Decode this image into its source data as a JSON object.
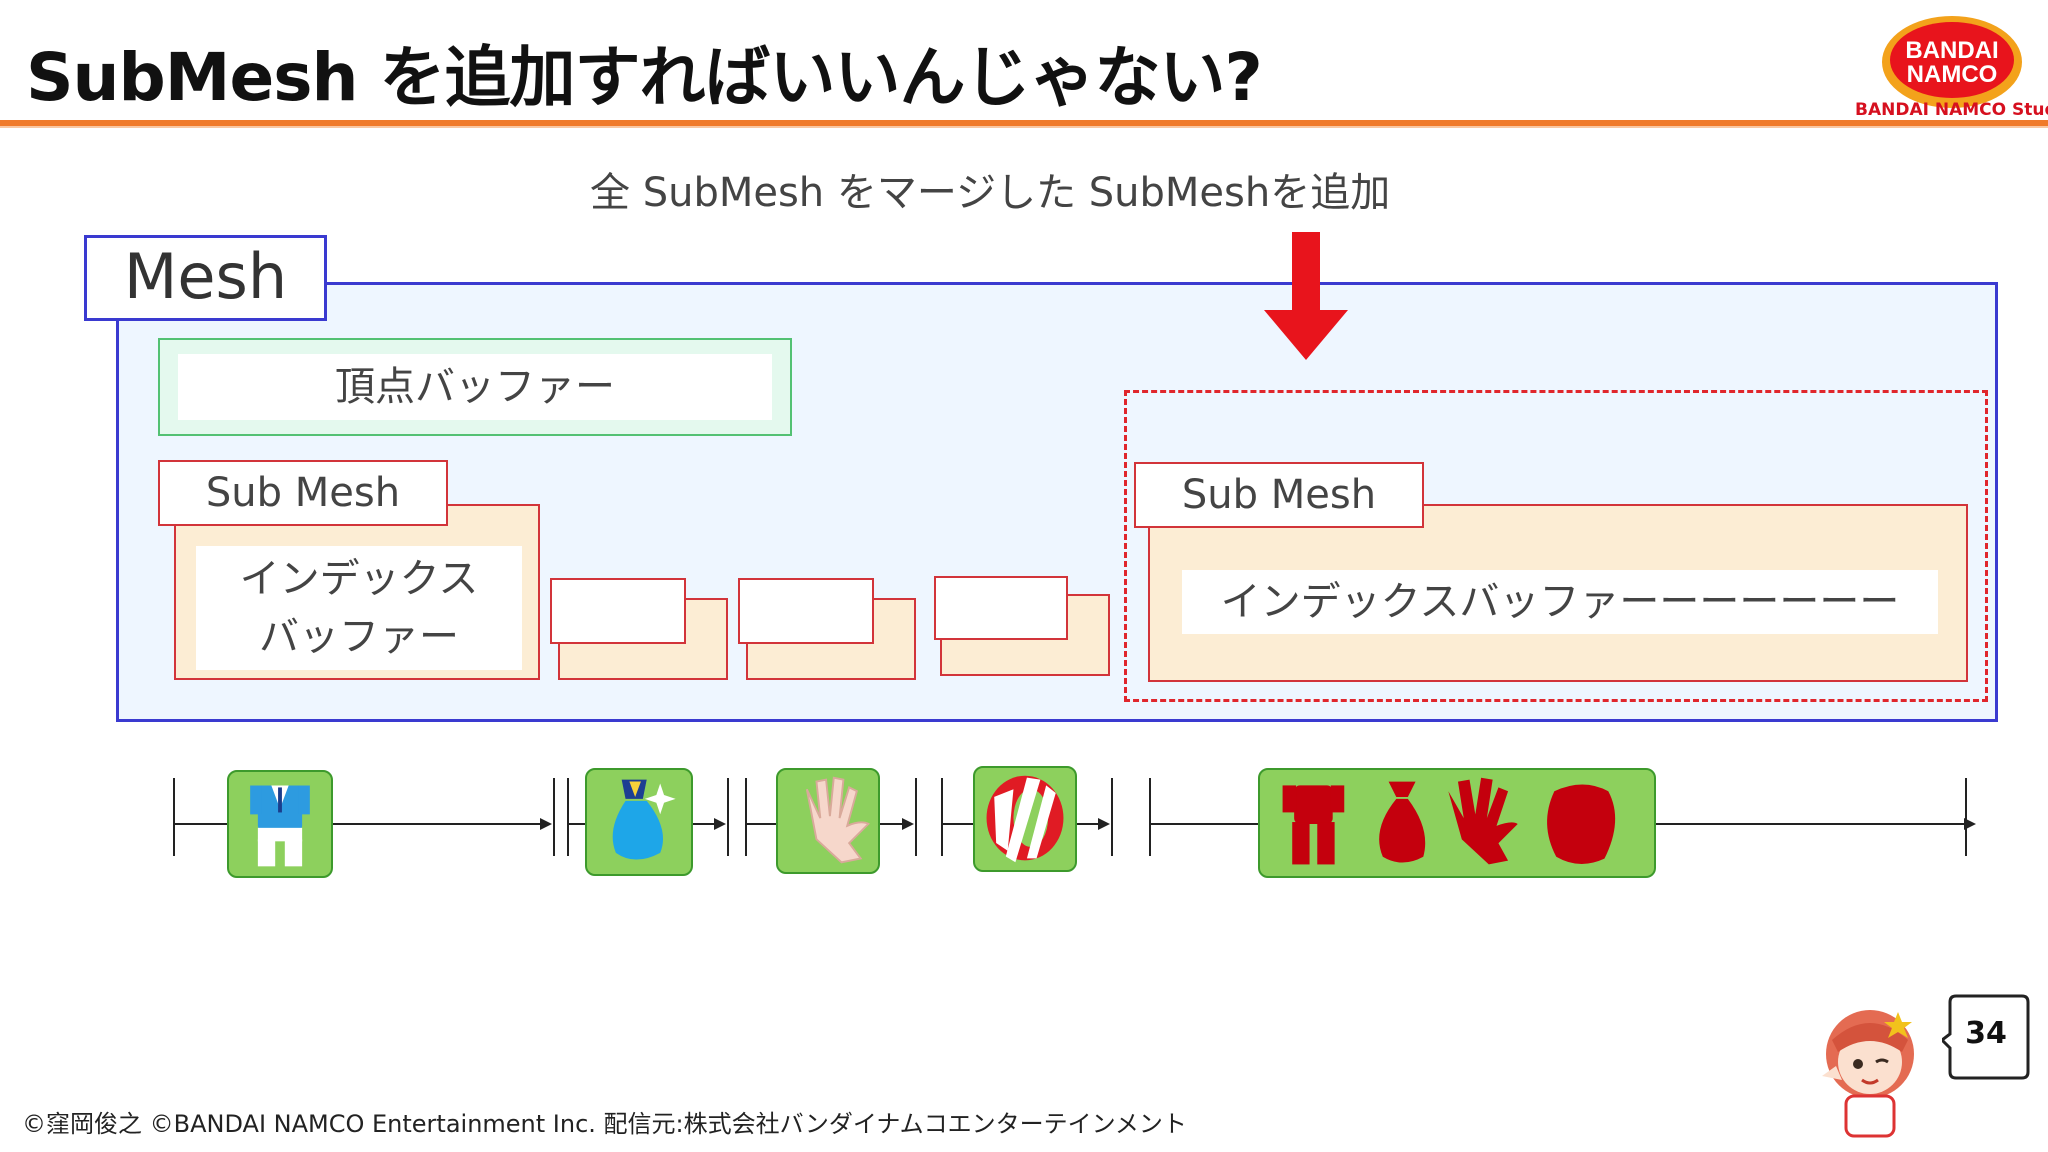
{
  "slide": {
    "title": "SubMesh を追加すればいいんじゃない?",
    "subtitle": "全 SubMesh をマージした SubMeshを追加",
    "page_number": "34",
    "footer": "©窪岡俊之 ©BANDAI NAMCO Entertainment Inc. 配信元:株式会社バンダイナムコエンターテインメント"
  },
  "logo": {
    "line1": "BANDAI",
    "line2": "NAMCO",
    "studios": "BANDAI NAMCO Studios"
  },
  "diagram": {
    "mesh_label": "Mesh",
    "vertex_buffer_label": "頂点バッファー",
    "submesh_label": "Sub Mesh",
    "index_buffer_line1": "インデックス",
    "index_buffer_line2": "バッファー",
    "merged_submesh_label": "Sub Mesh",
    "merged_index_buffer_label": "インデックスバッファーーーーーーー"
  },
  "colors": {
    "title_rule": "#f07a2a",
    "mesh_border": "#3a3ad0",
    "mesh_fill": "#eef6ff",
    "vertex_border": "#53c173",
    "submesh_border": "#d2343a",
    "index_fill": "#fcedd4",
    "arrow_red": "#e8141c",
    "tile_green": "#8dd05d",
    "merged_item_red": "#c4000d"
  },
  "icons": [
    "outfit-icon",
    "accessory-icon",
    "hand-icon",
    "ribbon-icon",
    "merged-outfit-icon",
    "merged-accessory-icon",
    "merged-hand-icon",
    "merged-ribbon-icon"
  ]
}
